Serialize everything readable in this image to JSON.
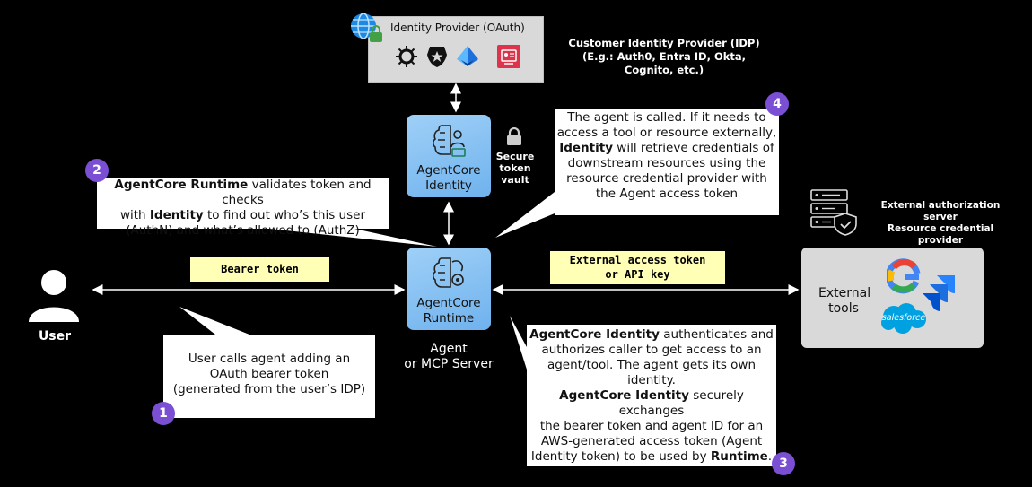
{
  "idp": {
    "title": "Identity Provider (OAuth)",
    "logos": [
      "okta-icon",
      "auth0-icon",
      "entra-id-icon",
      "cognito-icon"
    ]
  },
  "customer_idp": {
    "line1": "Customer Identity Provider (IDP)",
    "line2": "(E.g.: Auth0, Entra ID, Okta, Cognito, etc.)"
  },
  "identity": {
    "line1": "AgentCore",
    "line2": "Identity"
  },
  "runtime": {
    "line1": "AgentCore",
    "line2": "Runtime"
  },
  "vault": {
    "line1": "Secure",
    "line2": "token",
    "line3": "vault"
  },
  "agent_label": {
    "line1": "Agent",
    "line2": "or MCP Server"
  },
  "user_label": "User",
  "bearer_token": "Bearer token",
  "external_token": {
    "line1": "External access token",
    "line2": "or API key"
  },
  "external_auth": {
    "line1": "External authorization server",
    "line2": "Resource credential provider"
  },
  "external_tools": {
    "line1": "External",
    "line2": "tools",
    "salesforce": "salesforce"
  },
  "steps": [
    {
      "number": "1",
      "lines": [
        "User calls agent adding an",
        "OAuth bearer token",
        "(generated from the user’s IDP)"
      ]
    },
    {
      "number": "2",
      "lines": [
        [
          {
            "b": "AgentCore Runtime"
          },
          {
            "t": " validates token and checks"
          }
        ],
        [
          {
            "t": "with "
          },
          {
            "b": "Identity"
          },
          {
            "t": " to find out who’s this user"
          }
        ],
        [
          {
            "t": "(AuthN) and what’s allowed to (AuthZ)"
          }
        ]
      ]
    },
    {
      "number": "3",
      "lines": [
        [
          {
            "b": "AgentCore Identity"
          },
          {
            "t": " authenticates and"
          }
        ],
        [
          {
            "t": "authorizes caller to get access to an"
          }
        ],
        [
          {
            "t": "agent/tool. The agent gets its own"
          }
        ],
        [
          {
            "t": "identity."
          }
        ],
        [
          {
            "b": "AgentCore Identity"
          },
          {
            "t": " securely exchanges"
          }
        ],
        [
          {
            "t": "the bearer token and agent ID for an"
          }
        ],
        [
          {
            "t": "AWS-generated access token (Agent"
          }
        ],
        [
          {
            "t": "Identity token) to be used by "
          },
          {
            "b": "Runtime"
          },
          {
            "t": "."
          }
        ]
      ]
    },
    {
      "number": "4",
      "lines": [
        [
          {
            "t": "The agent is called. If it needs to"
          }
        ],
        [
          {
            "t": "access a tool or resource externally,"
          }
        ],
        [
          {
            "b": "Identity"
          },
          {
            "t": " will retrieve credentials of"
          }
        ],
        [
          {
            "t": "downstream resources using the"
          }
        ],
        [
          {
            "t": "resource credential provider with"
          }
        ],
        [
          {
            "t": "the Agent access token"
          }
        ]
      ]
    }
  ],
  "colors": {
    "badge": "#7b4fd4",
    "token_bg": "#ffffb5",
    "service": "#8cc4f4",
    "panel": "#d9d9d9"
  }
}
